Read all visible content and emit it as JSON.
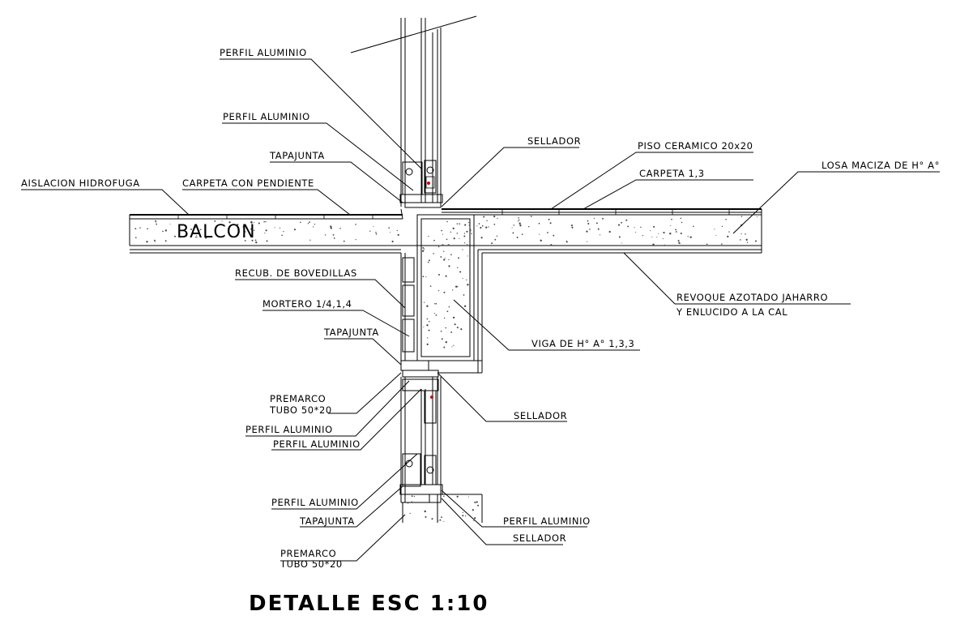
{
  "drawing": {
    "title": "DETALLE ESC 1:10",
    "balcon": "BALCON",
    "labels": {
      "perfil_aluminio_1": "PERFIL ALUMINIO",
      "perfil_aluminio_2": "PERFIL ALUMINIO",
      "tapajunta_1": "TAPAJUNTA",
      "aislacion": "AISLACION HIDROFUGA",
      "carpeta_pendiente": "CARPETA CON PENDIENTE",
      "sellador_1": "SELLADOR",
      "piso_ceramico": "PISO CERAMICO 20x20",
      "carpeta": "CARPETA 1,3",
      "losa": "LOSA MACIZA DE H° A°",
      "recub": "RECUB. DE BOVEDILLAS",
      "mortero": "MORTERO 1/4,1,4",
      "tapajunta_2": "TAPAJUNTA",
      "revoque_1": "REVOQUE AZOTADO JAHARRO",
      "revoque_2": "Y ENLUCIDO A LA CAL",
      "viga": "VIGA DE H° A° 1,3,3",
      "premarco_1a": "PREMARCO",
      "premarco_1b": "TUBO 50*20",
      "perfil_aluminio_3": "PERFIL ALUMINIO",
      "perfil_aluminio_4": "PERFIL ALUMINIO",
      "sellador_2": "SELLADOR",
      "perfil_aluminio_5": "PERFIL ALUMINIO",
      "tapajunta_3": "TAPAJUNTA",
      "perfil_aluminio_6": "PERFIL ALUMINIO",
      "sellador_3": "SELLADOR",
      "premarco_2a": "PREMARCO",
      "premarco_2b": "TUBO 50*20"
    }
  }
}
